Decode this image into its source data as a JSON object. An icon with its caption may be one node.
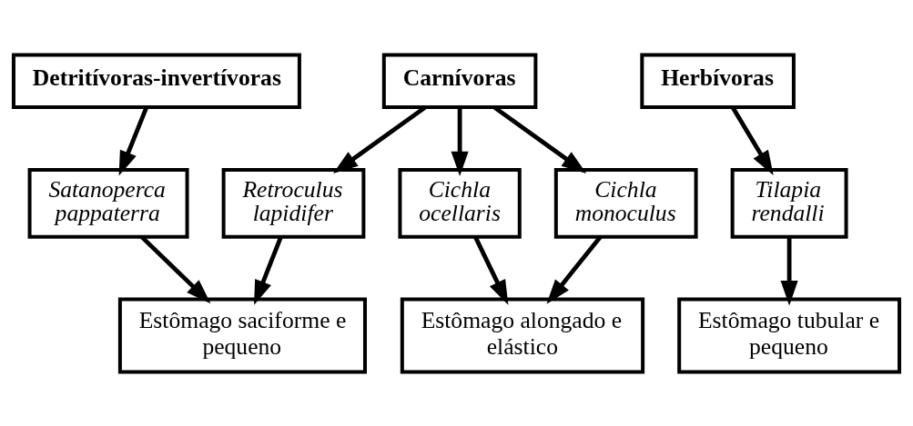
{
  "diagram": {
    "nodes": [
      {
        "text": [
          "Detritívoras-invertívoras"
        ]
      },
      {
        "text": [
          "Carnívoras"
        ]
      },
      {
        "text": [
          "Herbívoras"
        ]
      },
      {
        "text": [
          "Satanoperca pappaterra"
        ]
      },
      {
        "text": [
          "Retroculus lapidifer"
        ]
      },
      {
        "text": [
          "Cichla ocellaris"
        ]
      },
      {
        "text": [
          "Cichla monoculus"
        ]
      },
      {
        "text": [
          "Tilapia rendalli"
        ]
      },
      {
        "text": [
          "Estômago saciforme e pequeno"
        ]
      },
      {
        "text": [
          "Estômago alongado e elástico"
        ]
      },
      {
        "text": [
          "Estômago tubular e pequeno"
        ]
      }
    ],
    "edges": [
      {
        "from": 0,
        "to": 3,
        "arrow": "to"
      },
      {
        "from": 1,
        "to": 4,
        "arrow": "to"
      },
      {
        "from": 1,
        "to": 5,
        "arrow": "to"
      },
      {
        "from": 1,
        "to": 6,
        "arrow": "to"
      },
      {
        "from": 2,
        "to": 7,
        "arrow": "to"
      },
      {
        "from": 3,
        "to": 8,
        "arrow": "to"
      },
      {
        "from": 4,
        "to": 8,
        "arrow": "to"
      },
      {
        "from": 5,
        "to": 9,
        "arrow": "to"
      },
      {
        "from": 6,
        "to": 9,
        "arrow": "to"
      },
      {
        "from": 7,
        "to": 10,
        "arrow": "to"
      }
    ]
  }
}
